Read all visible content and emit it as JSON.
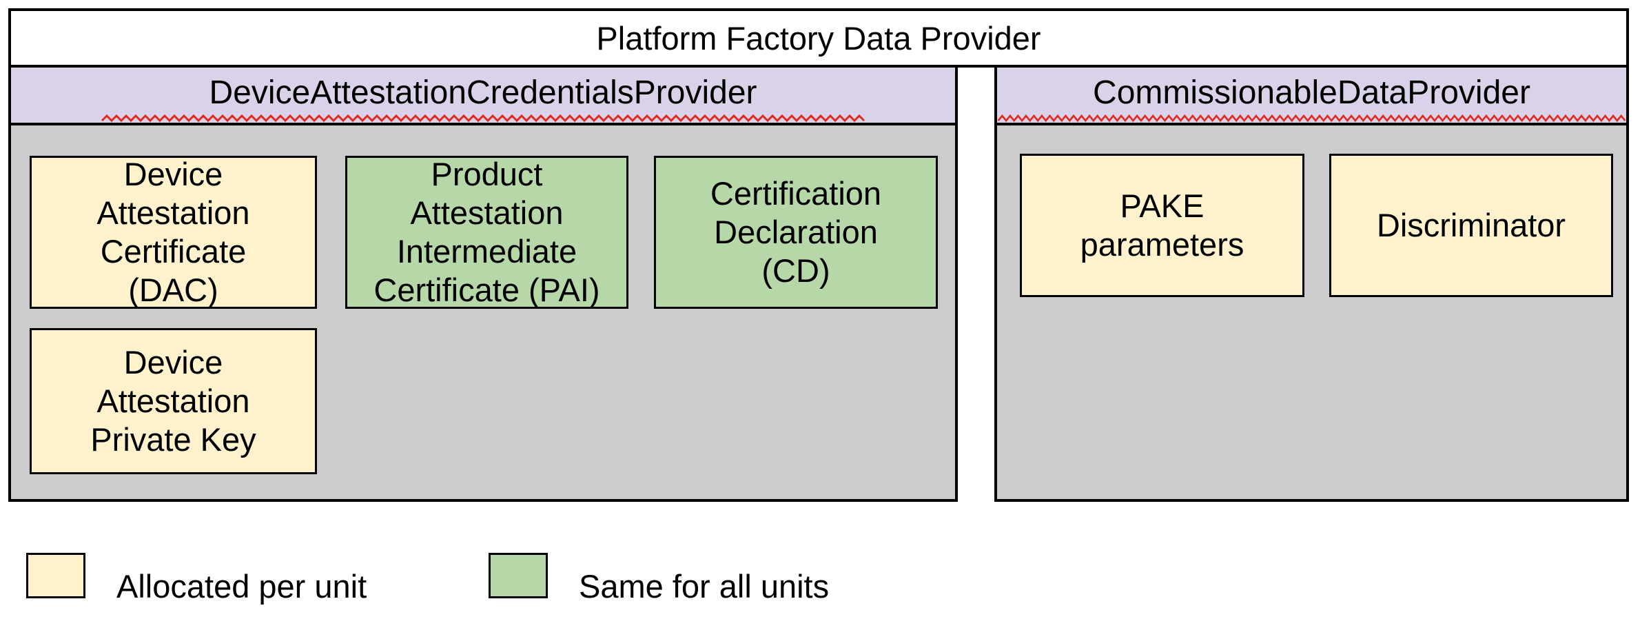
{
  "diagram": {
    "title": "Platform Factory Data Provider",
    "sections": [
      {
        "name": "DeviceAttestationCredentialsProvider",
        "spellcheck_underline": true,
        "boxes": [
          {
            "label": [
              "Device",
              "Attestation",
              "Certificate",
              "(DAC)"
            ],
            "type": "per-unit"
          },
          {
            "label": [
              "Product",
              "Attestation",
              "Intermediate",
              "Certificate (PAI)"
            ],
            "type": "all-units"
          },
          {
            "label": [
              "Certification",
              "Declaration",
              "(CD)"
            ],
            "type": "all-units"
          },
          {
            "label": [
              "Device",
              "Attestation",
              "Private Key"
            ],
            "type": "per-unit"
          }
        ]
      },
      {
        "name": "CommissionableDataProvider",
        "spellcheck_underline": true,
        "boxes": [
          {
            "label": [
              "PAKE",
              "parameters"
            ],
            "type": "per-unit"
          },
          {
            "label": [
              "Discriminator"
            ],
            "type": "per-unit"
          }
        ]
      }
    ],
    "legend": [
      {
        "label": "Allocated per unit",
        "type": "per-unit"
      },
      {
        "label": "Same for all units",
        "type": "all-units"
      }
    ]
  },
  "colors": {
    "per_unit_fill": "#FFF2CC",
    "all_units_fill": "#B6D7A8",
    "header_fill": "#D9D2E9",
    "body_fill": "#CCCCCC",
    "border": "#000000",
    "squiggle": "#E02B20",
    "text": "#000000"
  }
}
